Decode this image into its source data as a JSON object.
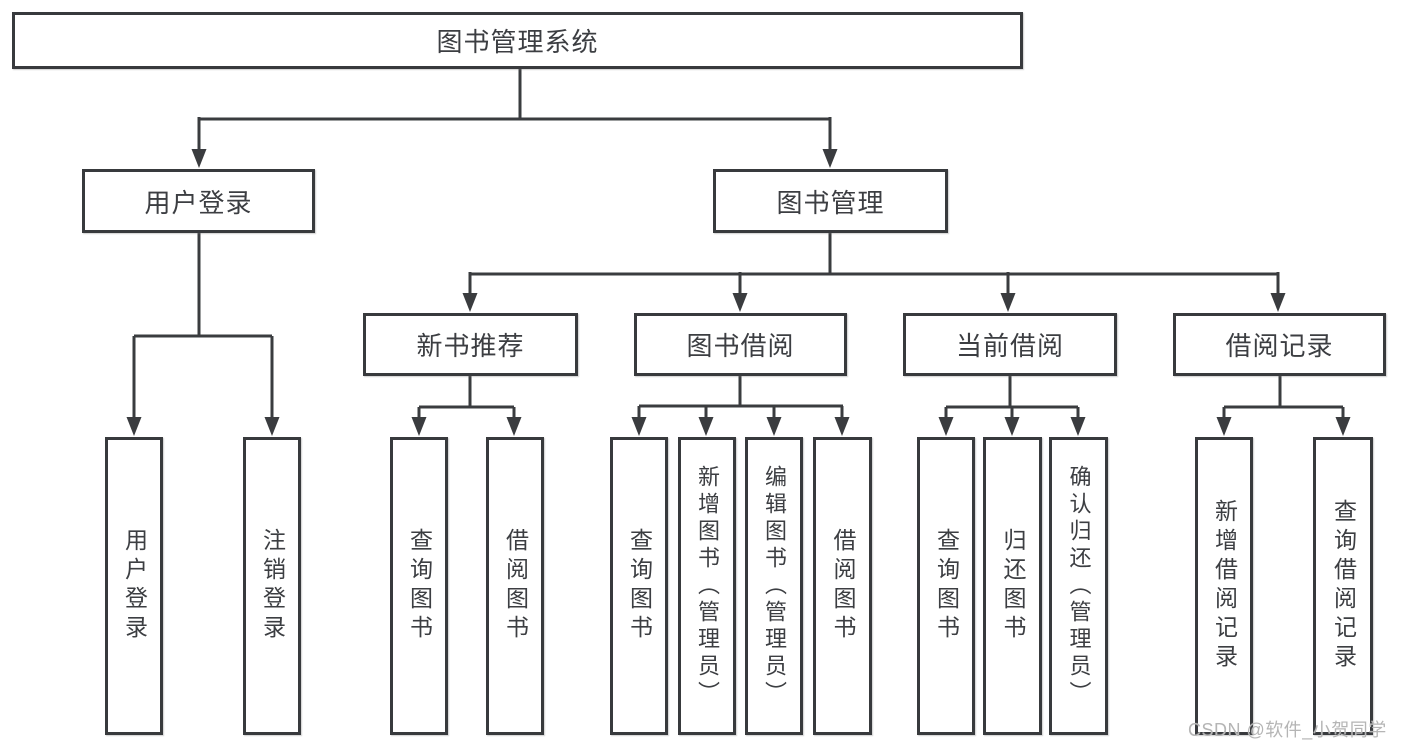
{
  "diagram": {
    "title": "图书管理系统",
    "nodes": {
      "root": {
        "label": "图书管理系统"
      },
      "user_login": {
        "label": "用户登录"
      },
      "book_mgmt": {
        "label": "图书管理"
      },
      "new_book_rec": {
        "label": "新书推荐"
      },
      "book_borrow": {
        "label": "图书借阅"
      },
      "current_borrow": {
        "label": "当前借阅"
      },
      "borrow_records": {
        "label": "借阅记录"
      },
      "leaf_user_login": {
        "label": "用户登录"
      },
      "leaf_logout": {
        "label": "注销登录"
      },
      "leaf_query_book_1": {
        "label": "查询图书"
      },
      "leaf_borrow_book_1": {
        "label": "借阅图书"
      },
      "leaf_query_book_2": {
        "label": "查询图书"
      },
      "leaf_add_book": {
        "label": "新增图书（管理员）"
      },
      "leaf_edit_book": {
        "label": "编辑图书（管理员）"
      },
      "leaf_borrow_book_2": {
        "label": "借阅图书"
      },
      "leaf_query_book_3": {
        "label": "查询图书"
      },
      "leaf_return_book": {
        "label": "归还图书"
      },
      "leaf_confirm_return": {
        "label": "确认归还（管理员）"
      },
      "leaf_add_borrow_record": {
        "label": "新增借阅记录"
      },
      "leaf_query_borrow_record": {
        "label": "查询借阅记录"
      }
    },
    "edges": [
      [
        "root",
        "user_login"
      ],
      [
        "root",
        "book_mgmt"
      ],
      [
        "user_login",
        "leaf_user_login"
      ],
      [
        "user_login",
        "leaf_logout"
      ],
      [
        "book_mgmt",
        "new_book_rec"
      ],
      [
        "book_mgmt",
        "book_borrow"
      ],
      [
        "book_mgmt",
        "current_borrow"
      ],
      [
        "book_mgmt",
        "borrow_records"
      ],
      [
        "new_book_rec",
        "leaf_query_book_1"
      ],
      [
        "new_book_rec",
        "leaf_borrow_book_1"
      ],
      [
        "book_borrow",
        "leaf_query_book_2"
      ],
      [
        "book_borrow",
        "leaf_add_book"
      ],
      [
        "book_borrow",
        "leaf_edit_book"
      ],
      [
        "book_borrow",
        "leaf_borrow_book_2"
      ],
      [
        "current_borrow",
        "leaf_query_book_3"
      ],
      [
        "current_borrow",
        "leaf_return_book"
      ],
      [
        "current_borrow",
        "leaf_confirm_return"
      ],
      [
        "borrow_records",
        "leaf_add_borrow_record"
      ],
      [
        "borrow_records",
        "leaf_query_borrow_record"
      ]
    ],
    "line_color": "#3a3c3f",
    "text_color": "#3c3e42",
    "background_color": "#ffffff"
  },
  "watermark": {
    "text": "CSDN @软件_小贺同学",
    "color": "#b5b5b5"
  }
}
